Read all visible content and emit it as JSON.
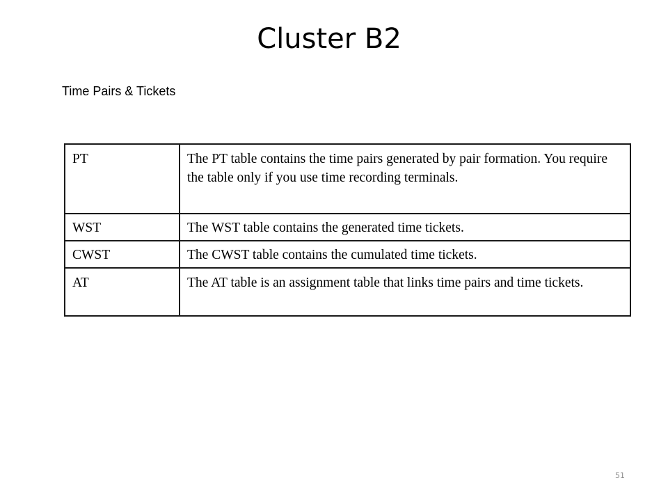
{
  "slide": {
    "title": "Cluster B2",
    "subtitle": "Time Pairs & Tickets",
    "page_number": "51"
  },
  "table": {
    "rows": [
      {
        "term": "PT",
        "description": "The PT table contains the time pairs generated by pair formation. You require the table only if you use time recording terminals."
      },
      {
        "term": "WST",
        "description": "The WST table contains the generated time tickets."
      },
      {
        "term": "CWST",
        "description": "The CWST table contains the cumulated time tickets."
      },
      {
        "term": "AT",
        "description": "The AT table is an assignment table that links time pairs and time tickets."
      }
    ]
  }
}
